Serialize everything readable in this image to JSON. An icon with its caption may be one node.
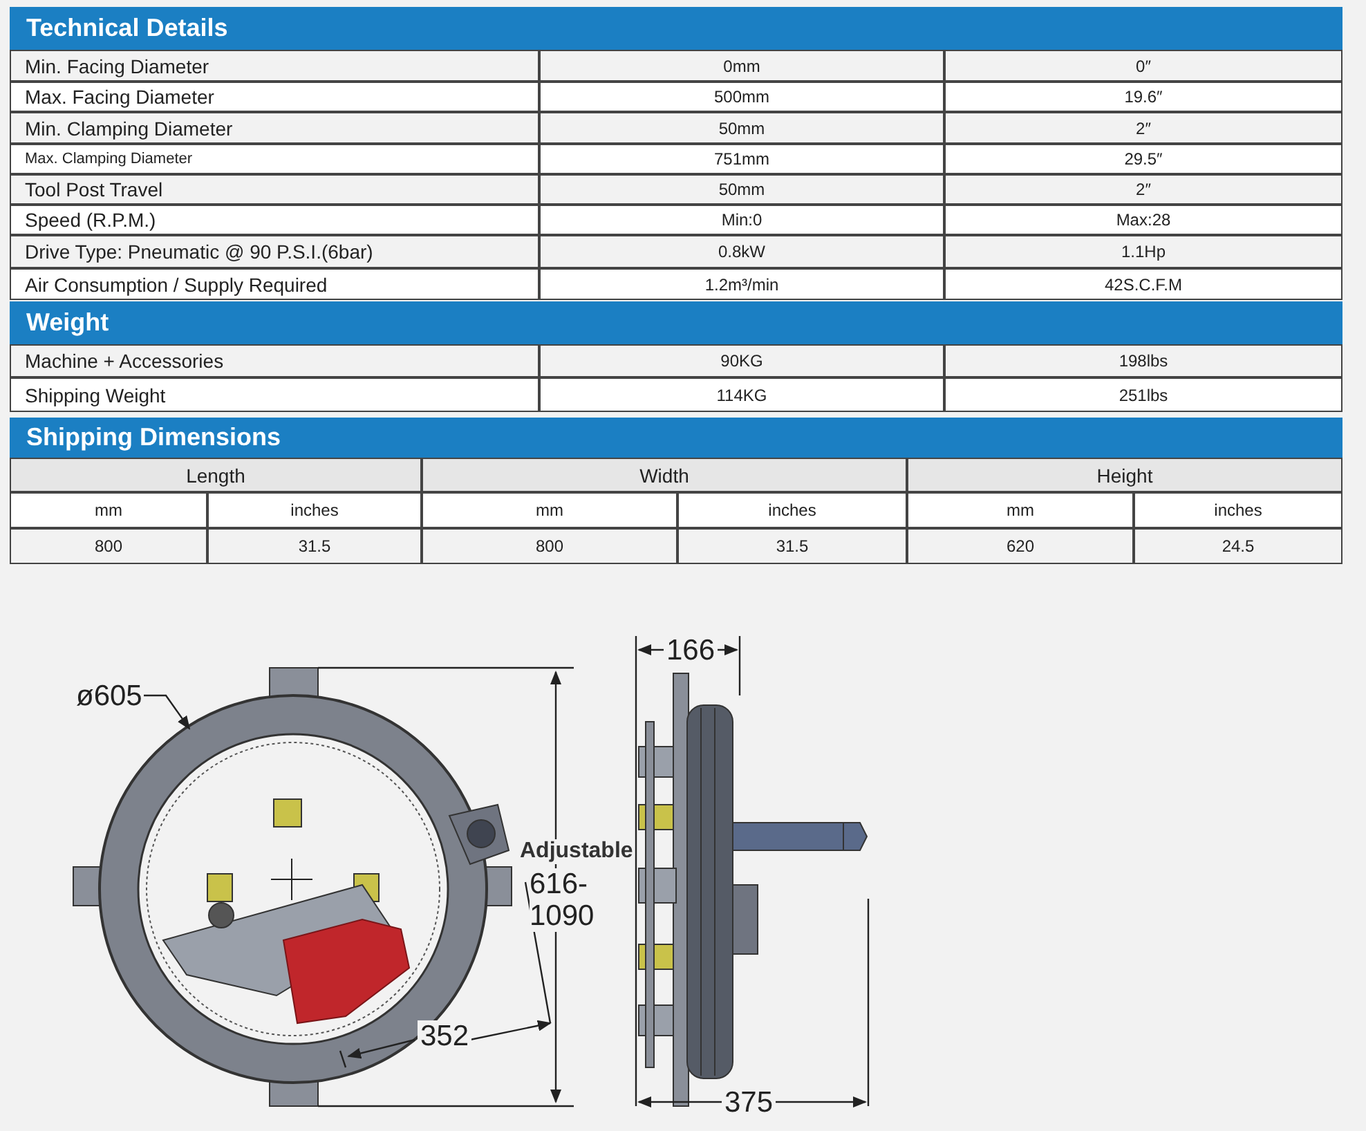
{
  "diagram": {
    "labels": [
      "Technical Details",
      "Min. Facing Diameter",
      "0mm",
      "0″",
      "Max. Facing Diameter",
      "500mm",
      "19.6″",
      "Min. Clamping Diameter",
      "50mm",
      "2″",
      "Max. Clamping Diameter",
      "751mm",
      "29.5″",
      "Tool Post Travel",
      "50mm",
      "2″",
      "Speed (R.P.M.)",
      "Min:0",
      "Max:28",
      "Drive Type: Pneumatic @ 90 P.S.I.(6bar)",
      "0.8kW",
      "1.1Hp",
      "Air Consumption / Supply Required",
      "1.2m³/min",
      "42S.C.F.M",
      "Weight",
      "Machine + Accessories",
      "90KG",
      "198lbs",
      "Shipping Weight",
      "114KG",
      "251lbs",
      "Shipping Dimensions",
      "Length",
      "Width",
      "Height",
      "mm",
      "inches",
      "mm",
      "inches",
      "mm",
      "inches",
      "800",
      "31.5",
      "800",
      "31.5",
      "620",
      "24.5",
      "ø605",
      "166",
      "Adjustable",
      "616-1090",
      "352",
      "375"
    ]
  }
}
